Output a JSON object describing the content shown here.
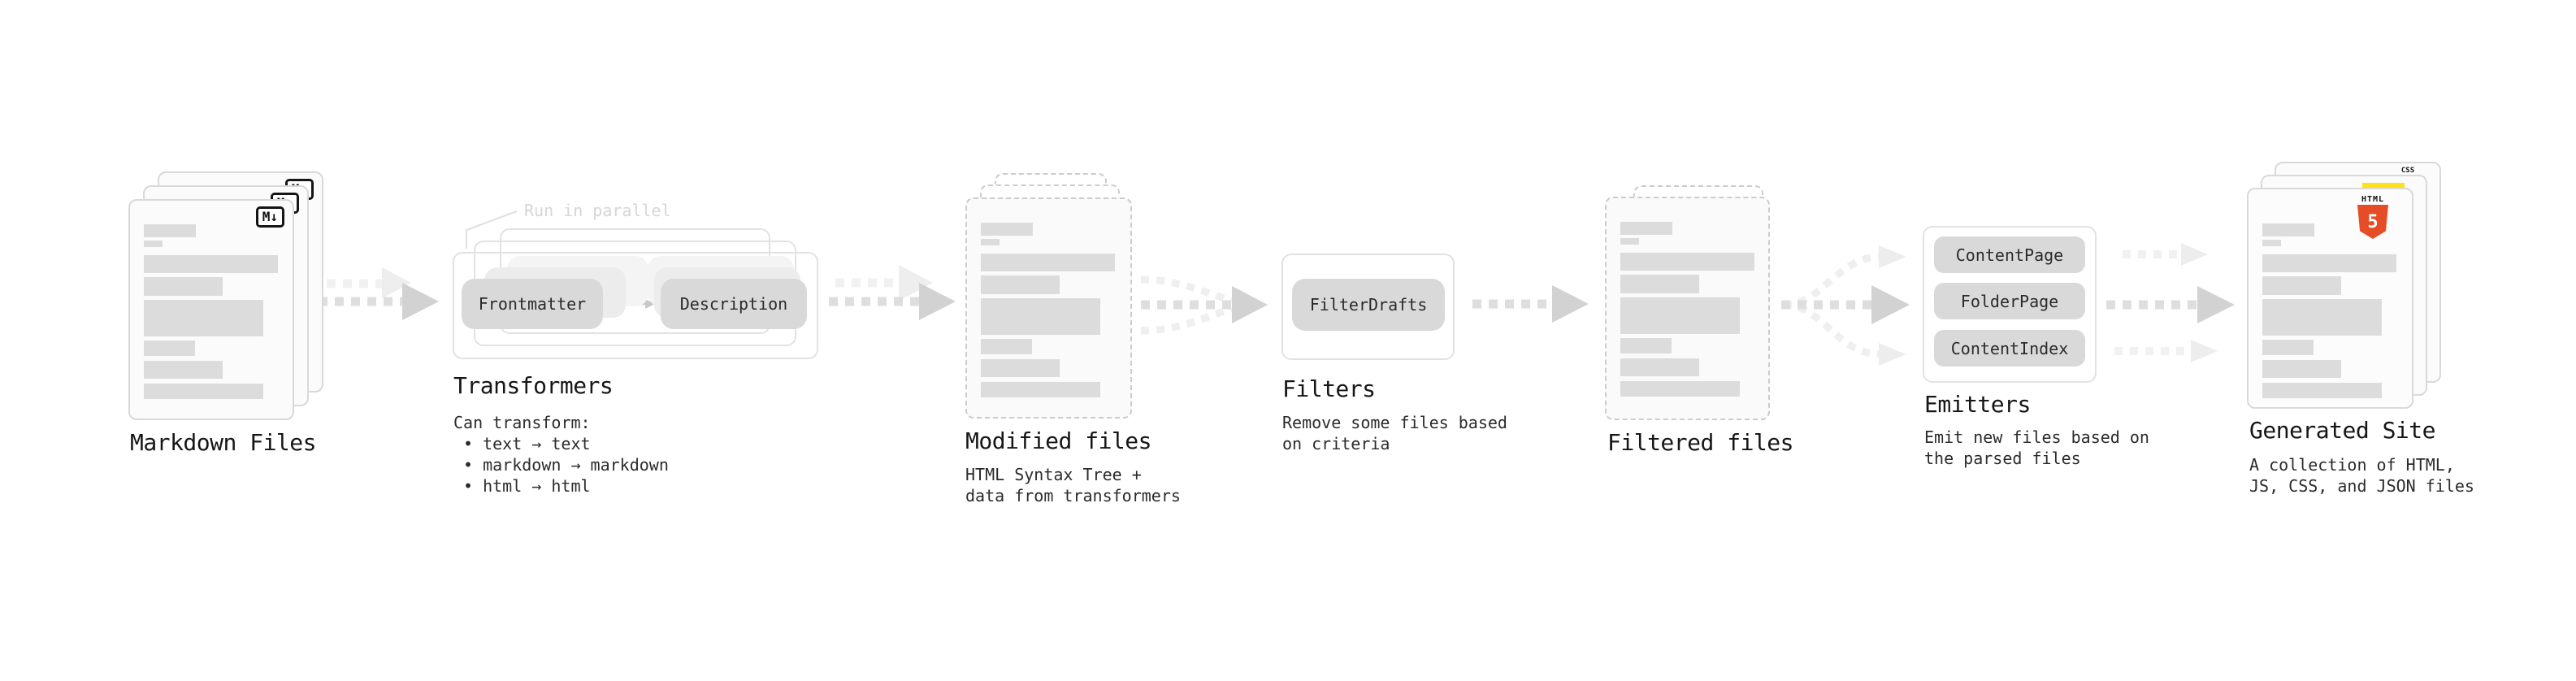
{
  "d": {
    "markdown_files": {
      "title": "Markdown Files",
      "icon": "M↓"
    },
    "transformers": {
      "note": "Run in parallel",
      "pill_left": "Frontmatter",
      "pill_right": "Description",
      "title": "Transformers",
      "desc_heading": "Can transform:",
      "bullets": [
        "• text → text",
        "• markdown → markdown",
        "• html → html"
      ]
    },
    "modified_files": {
      "title": "Modified files",
      "desc": [
        "HTML Syntax Tree +",
        "data from transformers"
      ]
    },
    "filters": {
      "title": "Filters",
      "pill": "FilterDrafts",
      "desc": [
        "Remove some files based",
        "on criteria"
      ]
    },
    "filtered_files": {
      "title": "Filtered files"
    },
    "emitters": {
      "title": "Emitters",
      "pills": [
        "ContentPage",
        "FolderPage",
        "ContentIndex"
      ],
      "desc": [
        "Emit new files based on",
        "the parsed files"
      ]
    },
    "generated_site": {
      "title": "Generated Site",
      "desc": [
        "A collection of HTML,",
        "JS, CSS, and JSON files"
      ],
      "css_label": "CSS",
      "html_label": "HTML",
      "html_number": "5"
    },
    "colors": {
      "html5": "#e44d26",
      "js": "#ffe11a",
      "css": "#2f6bf0"
    }
  }
}
